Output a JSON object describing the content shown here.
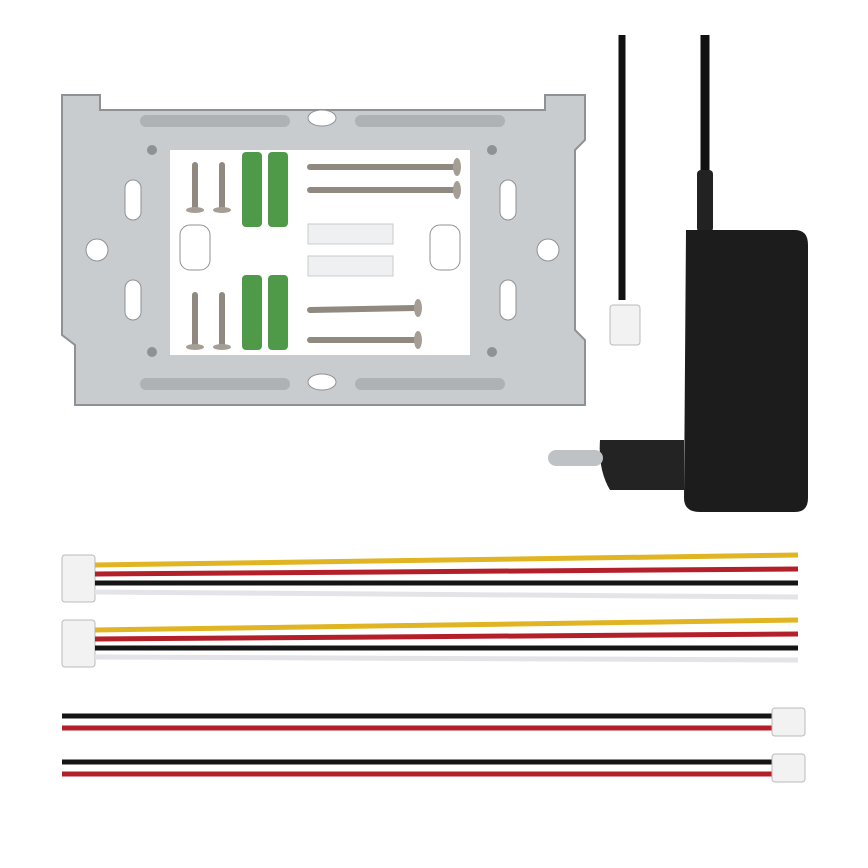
{
  "colors": {
    "background": "#ffffff",
    "plate": "#c9ccce",
    "plate_shadow": "#9ea2a5",
    "anchor_green": "#4f9a48",
    "screw": "#9b958c",
    "adapter": "#1c1c1c",
    "wire_yellow": "#e0b423",
    "wire_red": "#b3202a",
    "wire_black": "#151515",
    "wire_white": "#e4e4e8",
    "connector": "#f2f2f2"
  },
  "items": [
    "mounting-plate",
    "screws",
    "wall-anchors",
    "power-adapter",
    "four-wire-cable",
    "four-wire-cable",
    "two-wire-cable",
    "two-wire-cable"
  ]
}
